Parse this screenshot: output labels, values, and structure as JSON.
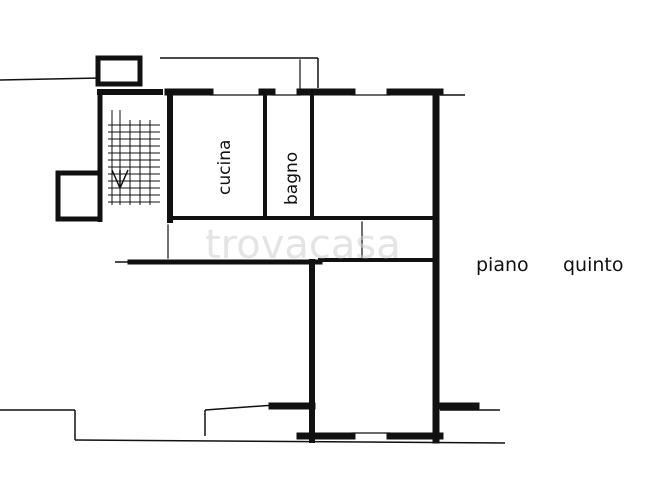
{
  "rooms": {
    "kitchen": "cucina",
    "bathroom": "bagno"
  },
  "floor_label": {
    "word1": "piano",
    "word2": "quinto"
  },
  "watermark": "trovacasa",
  "colors": {
    "wall": "#111111",
    "background": "#ffffff",
    "watermark": "#cfcfcf"
  }
}
